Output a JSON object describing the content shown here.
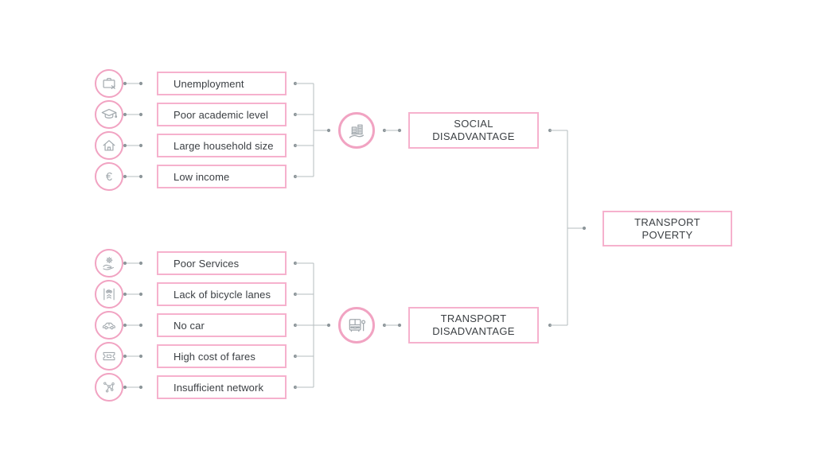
{
  "colors": {
    "accent_pink_circle": "#F1A3C2",
    "accent_pink_border": "#F6B1CD",
    "line_gray": "#B6BCBF",
    "dot_gray": "#8D969A",
    "icon_gray": "#A2A9AE",
    "text": "#3B3F43",
    "background": "#FFFFFF"
  },
  "diagram": {
    "social": {
      "category": {
        "label": "SOCIAL\nDISADVANTAGE",
        "icon": "buildings-on-hand-icon"
      },
      "factors": [
        {
          "label": "Unemployment",
          "icon": "briefcase-x-icon"
        },
        {
          "label": "Poor academic level",
          "icon": "graduation-cap-icon"
        },
        {
          "label": "Large household size",
          "icon": "house-icon"
        },
        {
          "label": "Low income",
          "icon": "euro-icon"
        }
      ]
    },
    "transport": {
      "category": {
        "label": "TRANSPORT\nDISADVANTAGE",
        "icon": "bus-stop-icon"
      },
      "factors": [
        {
          "label": "Poor Services",
          "icon": "hand-gear-icon"
        },
        {
          "label": "Lack of bicycle lanes",
          "icon": "bicycle-lane-icon"
        },
        {
          "label": "No car",
          "icon": "car-icon"
        },
        {
          "label": "High cost of fares",
          "icon": "ticket-icon"
        },
        {
          "label": "Insufficient network",
          "icon": "network-icon"
        }
      ]
    },
    "result": {
      "label": "TRANSPORT\nPOVERTY"
    }
  }
}
